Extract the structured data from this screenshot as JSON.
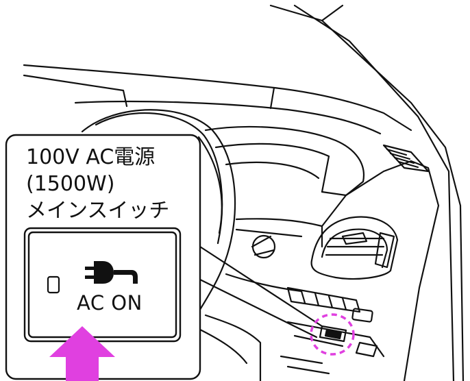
{
  "callout": {
    "title_line1": "100V AC電源",
    "title_line2": "(1500W)",
    "title_line3": "メインスイッチ",
    "button_label": "AC ON",
    "button_icon": "plug-icon",
    "indicator_icon": "indicator-lamp-icon"
  },
  "colors": {
    "line": "#111111",
    "highlight": "#e040e0",
    "background": "#ffffff"
  }
}
